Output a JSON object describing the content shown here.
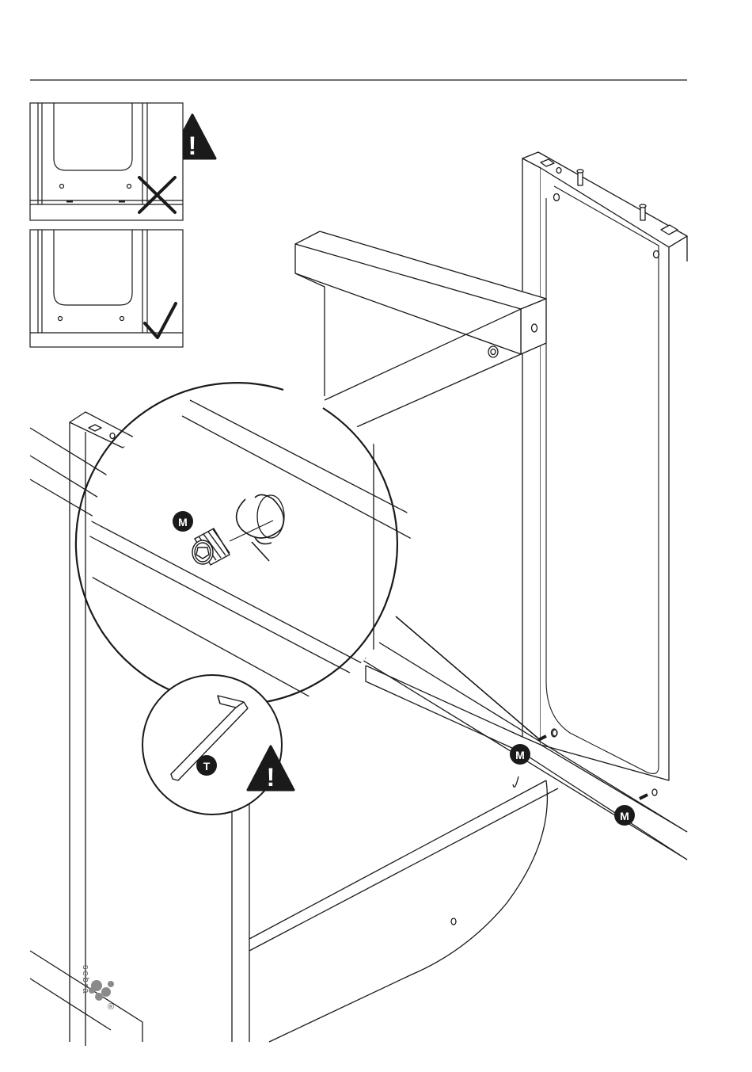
{
  "document": {
    "type": "assembly-instruction-page",
    "line_color": "#1a1a1a"
  },
  "comparison": {
    "incorrect_icon": "cross-mark-icon",
    "correct_icon": "check-mark-icon"
  },
  "warnings": {
    "icon": "warning-triangle-icon",
    "mark": "!"
  },
  "parts": {
    "screw_label": "M",
    "tool_label": "T"
  },
  "brand": {
    "logo_text": "sebra",
    "registered": "®"
  }
}
